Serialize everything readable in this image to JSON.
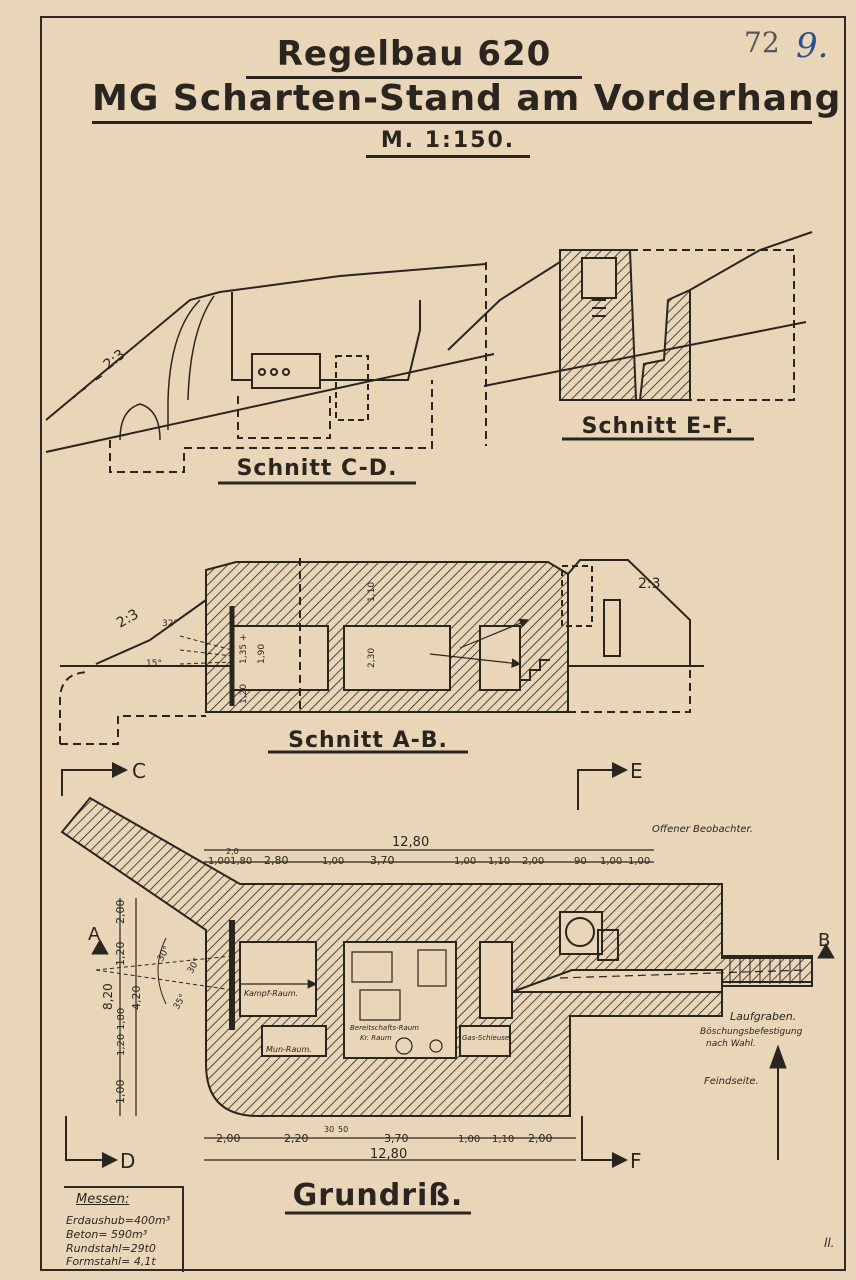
{
  "header": {
    "title": "Regelbau 620",
    "subtitle": "MG Scharten-Stand am Vorderhang",
    "scale": "M. 1:150.",
    "sheet_number": "72",
    "sheet_number_blue": "9."
  },
  "sections": {
    "cd": "Schnitt C-D.",
    "ef": "Schnitt E-F.",
    "ab": "Schnitt A-B.",
    "plan": "Grundriß."
  },
  "slope_labels": {
    "cd": "2:3",
    "ab_left": "2:3",
    "ab_right": "2:3"
  },
  "section_markers": {
    "c": "C",
    "e": "E",
    "d": "D",
    "f": "F",
    "a": "A",
    "b": "B"
  },
  "ab_dims": {
    "deg_top": "32°",
    "deg_bottom": "15°",
    "h1": "1,35 +",
    "h2": "1,90",
    "h3": "2,30",
    "h4": "1,10",
    "h5": "1,20"
  },
  "plan_dims": {
    "total_top": "12,80",
    "top_parts": [
      "1,00",
      "2,0",
      "1,80",
      "2,80",
      "1,00",
      "3,70",
      "1,00",
      "1,10",
      "2,00",
      "90",
      "1,00",
      "1,00"
    ],
    "bottom_parts": [
      "2,00",
      "2,20",
      "30",
      "50",
      "3,70",
      "1,00",
      "1,10",
      "2,00"
    ],
    "total_bottom": "12,80",
    "left_total": "8,20",
    "left_parts": [
      "2,00",
      "1,20",
      "4,20",
      "1,20",
      "1,80",
      "1,00"
    ],
    "angles": [
      "30°",
      "30°",
      "35°"
    ]
  },
  "plan_labels": {
    "offener": "Offener Beobachter.",
    "kampfraum": "Kampf-Raum.",
    "munraum": "Mun-Raum.",
    "bereitschaft": "Bereitschafts-Raum",
    "kragraum": "Kr. Raum",
    "gas": "Gas-Schleuse",
    "laufgraben": "Laufgraben.",
    "boeschung": "Böschungsbefestigung",
    "nach_wahl": "nach Wahl.",
    "feindseite": "Feindseite."
  },
  "legend": {
    "title": "Messen:",
    "lines": [
      "Erdaushub=400m³",
      "Beton= 590m³",
      "Rundstahl=29t0",
      "Formstahl= 4,1t"
    ]
  },
  "initials": "ll."
}
